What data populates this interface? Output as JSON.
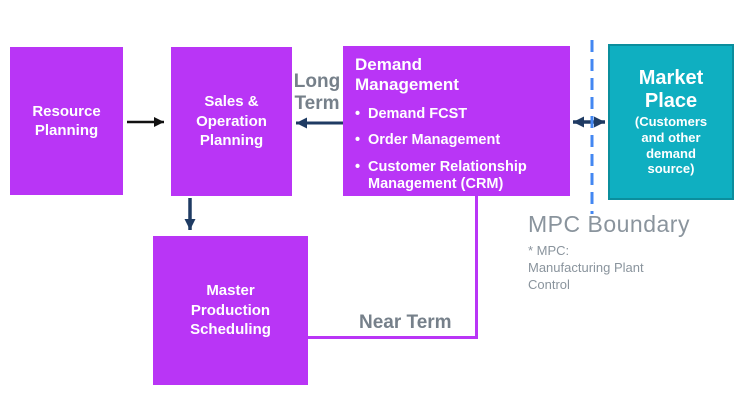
{
  "diagram": {
    "boxes": {
      "resource_planning": {
        "label": "Resource Planning"
      },
      "sales_operation_planning": {
        "label": "Sales & Operation Planning"
      },
      "demand_management": {
        "title": "Demand Management",
        "bullets": [
          "Demand FCST",
          "Order Management",
          "Customer Relationship Management (CRM)"
        ]
      },
      "market_place": {
        "title": "Market Place",
        "subtitle": "(Customers and other demand source)"
      },
      "master_production_scheduling": {
        "label": "Master Production Scheduling"
      }
    },
    "flow_labels": {
      "long_term": "Long Term",
      "near_term": "Near Term"
    },
    "boundary": {
      "title": "MPC Boundary",
      "note_line1": "* MPC:",
      "note_line2": "Manufacturing Plant Control"
    },
    "colors": {
      "box_purple": "#B935F6",
      "box_teal": "#0FAFC1",
      "teal_border": "#0B8E9D",
      "arrow_navy": "#1F3B63",
      "arrow_black": "#111111",
      "boundary_dash_blue": "#4387F2",
      "term_label_gray": "#76808A",
      "mpc_text_gray": "#8A949D",
      "box_text_white": "#FFFFFF"
    }
  }
}
